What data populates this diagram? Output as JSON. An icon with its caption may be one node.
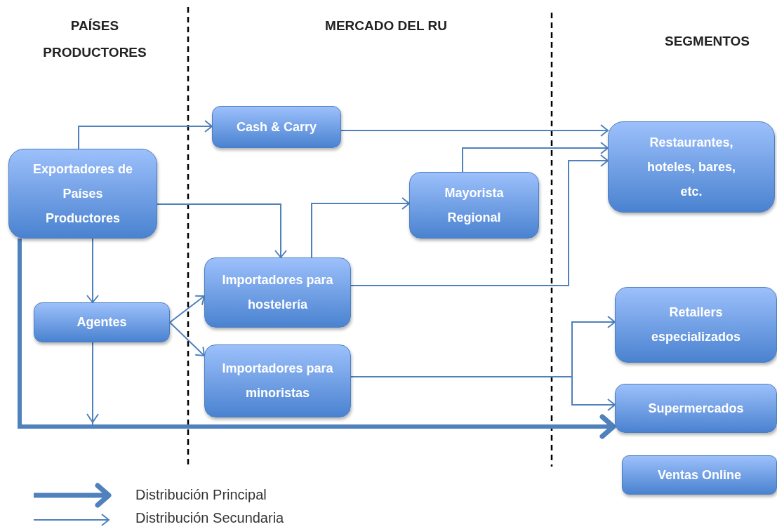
{
  "diagram": {
    "nodes": [
      {
        "text": [
          "Exportadores de Países Productores"
        ]
      },
      {
        "text": [
          "Cash & Carry"
        ]
      },
      {
        "text": [
          "Mayorista Regional"
        ]
      },
      {
        "text": [
          "Agentes"
        ]
      },
      {
        "text": [
          "Importadores para hostelería"
        ]
      },
      {
        "text": [
          "Importadores para minoristas"
        ]
      },
      {
        "text": [
          "Restaurantes, hoteles, bares, etc."
        ]
      },
      {
        "text": [
          "Retailers especializados"
        ]
      },
      {
        "text": [
          "Supermercados"
        ]
      },
      {
        "text": [
          "Ventas Online"
        ]
      }
    ],
    "edges": [
      {
        "from": 0,
        "to": 1,
        "arrow": "to"
      },
      {
        "from": 0,
        "to": 4,
        "arrow": "to"
      },
      {
        "from": 0,
        "to": 3,
        "arrow": "to"
      },
      {
        "from": 0,
        "to": 8,
        "arrow": "to",
        "style": "thick"
      },
      {
        "from": 3,
        "to": 4,
        "arrow": "to"
      },
      {
        "from": 3,
        "to": 5,
        "arrow": "to"
      },
      {
        "from": 3,
        "to": 8,
        "arrow": "to"
      },
      {
        "from": 1,
        "to": 6,
        "arrow": "to"
      },
      {
        "from": 2,
        "to": 6,
        "arrow": "to"
      },
      {
        "from": 4,
        "to": 2,
        "arrow": "to"
      },
      {
        "from": 4,
        "to": 6,
        "arrow": "to"
      },
      {
        "from": 5,
        "to": 7,
        "arrow": "to"
      },
      {
        "from": 5,
        "to": 8,
        "arrow": "to"
      }
    ],
    "labels": [
      "PAÍSES PRODUCTORES",
      "MERCADO DEL RU",
      "SEGMENTOS"
    ],
    "legend": [
      {
        "text": "Distribución Principal"
      },
      {
        "text": "Distribución Secundaria"
      }
    ]
  }
}
